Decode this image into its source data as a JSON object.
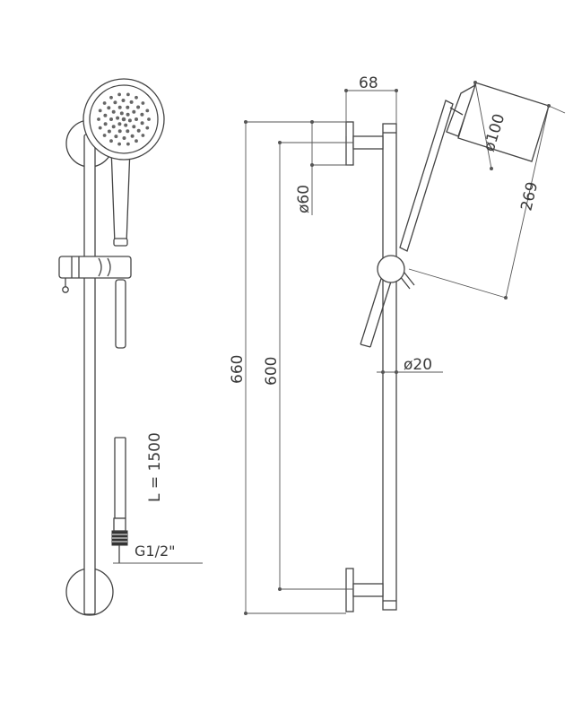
{
  "drawing": {
    "dimensions": {
      "width_68": "68",
      "head_dia": "ø100",
      "head_len": "269",
      "wall_dia": "ø60",
      "bar_dia": "ø20",
      "total_len": "660",
      "bar_len": "600",
      "hose_len": "L = 1500",
      "thread": "G1/2\""
    }
  }
}
